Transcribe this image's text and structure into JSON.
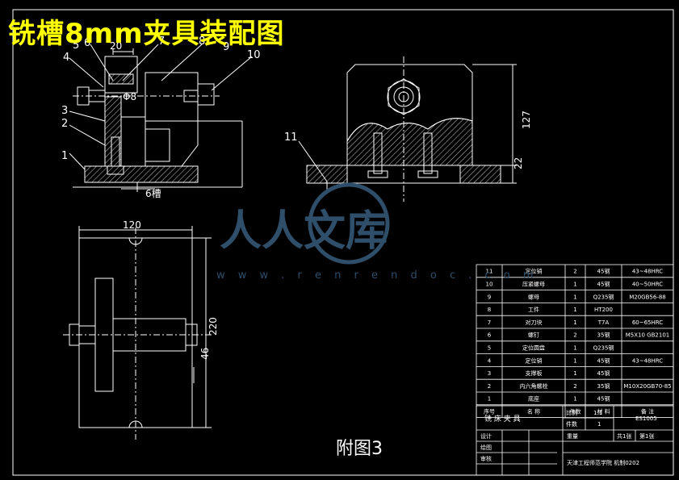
{
  "title": "铣槽8mm夹具装配图",
  "figure_label": "附图3",
  "watermark": {
    "brand": "人人文库",
    "url": "w w w . r e n r e n d o c . c o m"
  },
  "part_numbers_front": [
    "1",
    "2",
    "3",
    "4",
    "5",
    "6",
    "7",
    "8",
    "9",
    "10"
  ],
  "part_number_side": "11",
  "dimensions": {
    "top_width": "20",
    "slot": "6槽",
    "small_bore": "Φ8",
    "height_side": "127",
    "base_side": "22",
    "plan_width": "120",
    "plan_height": "220",
    "plan_offset": "46"
  },
  "bom_rows": [
    {
      "no": "11",
      "name": "定位销",
      "qty": "2",
      "material": "45钢",
      "note": "43~48HRC"
    },
    {
      "no": "10",
      "name": "压紧螺母",
      "qty": "1",
      "material": "45钢",
      "note": "40~50HRC"
    },
    {
      "no": "9",
      "name": "螺母",
      "qty": "1",
      "material": "Q235钢",
      "note": "M20GB56-88"
    },
    {
      "no": "8",
      "name": "工件",
      "qty": "1",
      "material": "HT200",
      "note": ""
    },
    {
      "no": "7",
      "name": "对刀块",
      "qty": "1",
      "material": "T7A",
      "note": "60~65HRC"
    },
    {
      "no": "6",
      "name": "螺钉",
      "qty": "2",
      "material": "35钢",
      "note": "M5X10 GB2101"
    },
    {
      "no": "5",
      "name": "定位圆盘",
      "qty": "1",
      "material": "Q235钢",
      "note": ""
    },
    {
      "no": "4",
      "name": "定位销",
      "qty": "1",
      "material": "45钢",
      "note": "43~48HRC"
    },
    {
      "no": "3",
      "name": "支撑板",
      "qty": "1",
      "material": "45钢",
      "note": ""
    },
    {
      "no": "2",
      "name": "内六角螺栓",
      "qty": "2",
      "material": "35钢",
      "note": "M10X20GB70-85"
    },
    {
      "no": "1",
      "name": "底座",
      "qty": "1",
      "material": "45钢",
      "note": ""
    }
  ],
  "bom_header": {
    "no": "序号",
    "name": "名    称",
    "qty": "件数",
    "material": "材    料",
    "note": "备    注"
  },
  "title_block": {
    "name": "铣 床 夹 具",
    "scale_label": "比例",
    "scale_value": "1:1",
    "count_label": "件数",
    "count_value": "1",
    "drawing_no": "ES1005",
    "designer": "设计",
    "checker": "绘图",
    "reviewer": "审核",
    "weight": "重量",
    "sheets": "共1张",
    "sheet": "第1张",
    "school": "天津工程师范学院 机制0202"
  }
}
